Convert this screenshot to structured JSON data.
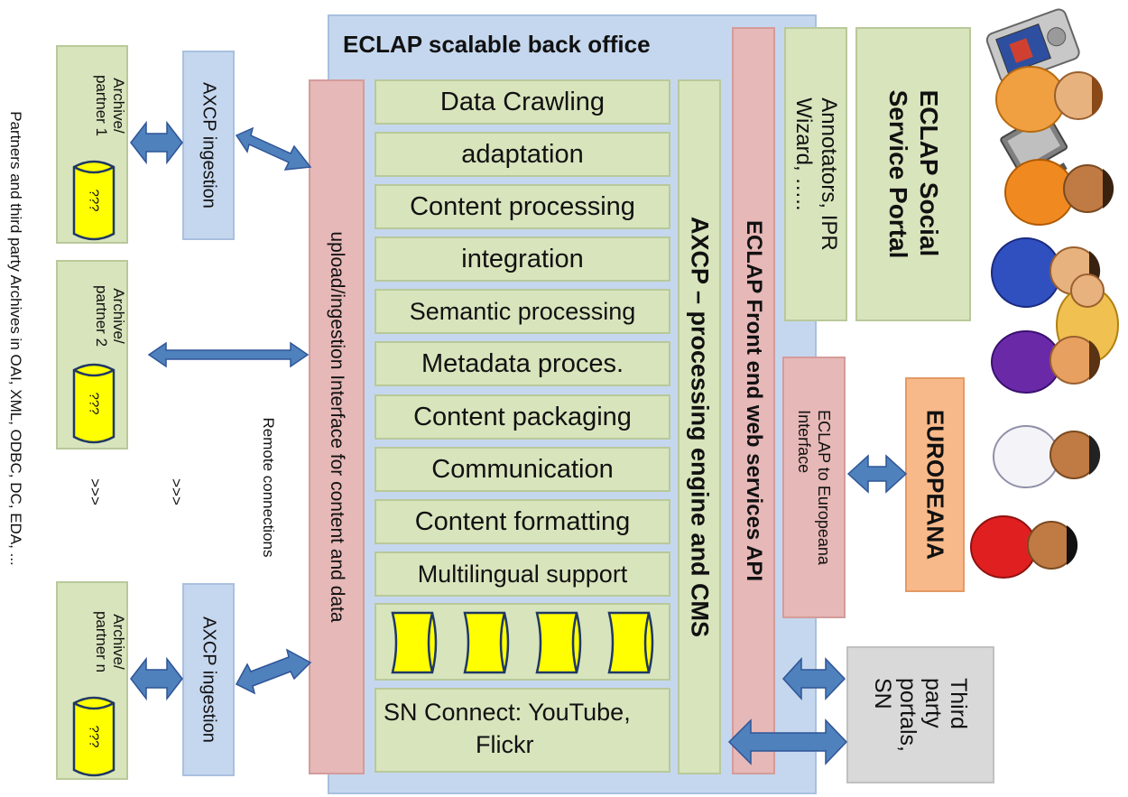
{
  "back_office": {
    "title": "ECLAP scalable back office",
    "steps": [
      "Data Crawling",
      "adaptation",
      "Content processing",
      "integration",
      "Semantic processing",
      "Metadata proces.",
      "Content packaging",
      "Communication",
      "Content formatting",
      "Multilingual support"
    ],
    "sn_connect": [
      "SN Connect: YouTube,",
      "Flickr"
    ]
  },
  "upload_interface": "upload/ingestion Interface for content and data",
  "axcp_engine": "AXCP – processing engine and CMS",
  "front_end": "ECLAP Front end web services API",
  "annotators": [
    "Annotators, IPR",
    "Wizard, ….."
  ],
  "social_portal": [
    "ECLAP Social",
    "Service Portal"
  ],
  "europeana_interface": [
    "ECLAP to Europeana",
    "Interface"
  ],
  "europeana": "EUROPEANA",
  "third_party": [
    "Third",
    "party",
    "portals,",
    "SN"
  ],
  "partners": [
    {
      "label": [
        "Archive/",
        "partner 1"
      ],
      "db": "???"
    },
    {
      "label": [
        "Archive/",
        "partner 2"
      ],
      "db": "???"
    },
    {
      "label": [
        "Archive/",
        "partner n"
      ],
      "db": "???"
    }
  ],
  "axcp_ingestion": "AXCP ingestion",
  "ellipsis": ">>>",
  "remote_connections": "Remote connections",
  "side_note": "Partners and third party Archives in OAI, XML, ODBC, DC, EDA, ...",
  "colors": {
    "green": "#d8e4bc",
    "blue": "#c5d7ee",
    "pink": "#e6b8b7",
    "orange": "#f8b98a",
    "grey": "#d9d9d9",
    "db_yellow": "#ffff00",
    "arrow": "#4f81bd"
  },
  "icons": [
    "pda-device-icon",
    "monitor-icon",
    "user-avatar-icon"
  ]
}
